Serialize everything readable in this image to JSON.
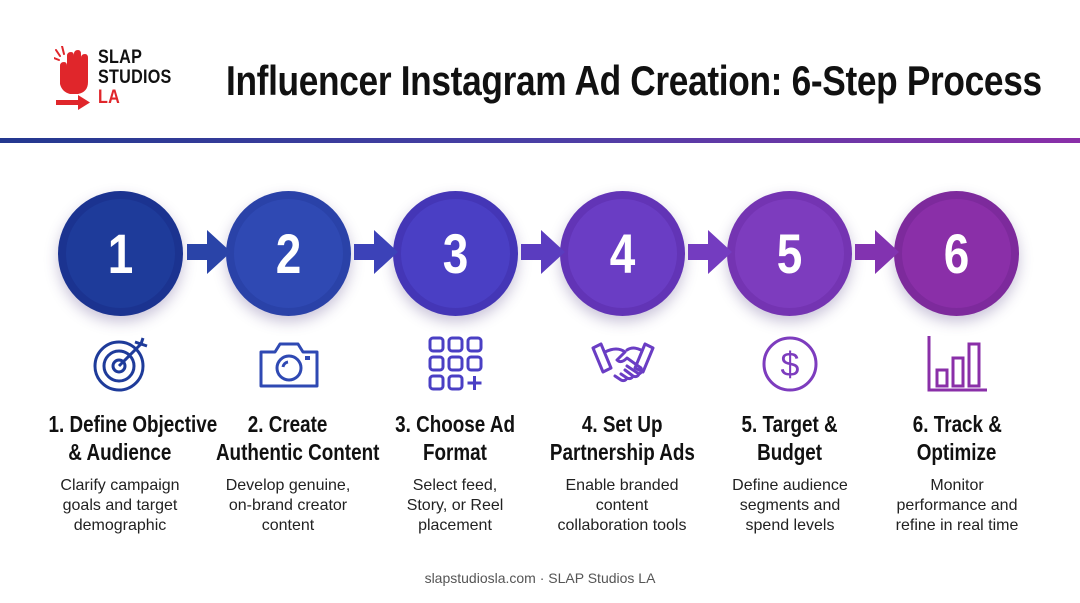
{
  "header": {
    "logo": {
      "line1": "SLAP",
      "line2": "STUDIOS",
      "line3": "LA"
    },
    "title": "Influencer Instagram Ad Creation: 6-Step Process"
  },
  "colors": {
    "brand_red": "#e0262b",
    "step_colors": [
      "#1e3b9a",
      "#2f49b3",
      "#4a3fc4",
      "#6a3dc4",
      "#7d3cbe",
      "#8a2fa8"
    ]
  },
  "steps": [
    {
      "number": "1",
      "icon": "target-icon",
      "title_line1": "1. Define Objective",
      "title_line2": "& Audience",
      "desc_line1": "Clarify campaign",
      "desc_line2": "goals and target",
      "desc_line3": "demographic"
    },
    {
      "number": "2",
      "icon": "camera-icon",
      "title_line1": "2. Create",
      "title_line2": "Authentic Content",
      "desc_line1": "Develop genuine,",
      "desc_line2": "on-brand creator",
      "desc_line3": "content"
    },
    {
      "number": "3",
      "icon": "grid-plus-icon",
      "title_line1": "3. Choose Ad",
      "title_line2": "Format",
      "desc_line1": "Select feed,",
      "desc_line2": "Story, or Reel",
      "desc_line3": "placement"
    },
    {
      "number": "4",
      "icon": "handshake-icon",
      "title_line1": "4. Set Up",
      "title_line2": "Partnership Ads",
      "desc_line1": "Enable branded",
      "desc_line2": "content",
      "desc_line3": "collaboration tools"
    },
    {
      "number": "5",
      "icon": "dollar-icon",
      "title_line1": "5. Target &",
      "title_line2": "Budget",
      "desc_line1": "Define audience",
      "desc_line2": "segments and",
      "desc_line3": "spend levels"
    },
    {
      "number": "6",
      "icon": "bar-chart-icon",
      "title_line1": "6. Track &",
      "title_line2": "Optimize",
      "desc_line1": "Monitor",
      "desc_line2": "performance and",
      "desc_line3": "refine in real time"
    }
  ],
  "footer": {
    "text": "slapstudiosla.com · SLAP Studios LA"
  }
}
